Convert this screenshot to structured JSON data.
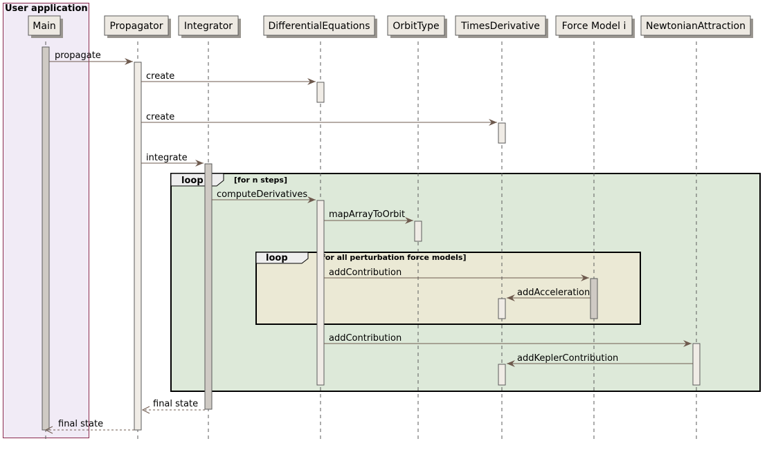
{
  "colors": {
    "box_fill": "#f1ebf6",
    "box_border": "#8b2a4e",
    "outer_loop_fill": "#dde9d9",
    "inner_loop_fill": "#ebe9d5",
    "arrow": "#6e5a4e",
    "participant_fill": "#ede9e2"
  },
  "box": {
    "title": "User application"
  },
  "participants": [
    "Main",
    "Propagator",
    "Integrator",
    "DifferentialEquations",
    "OrbitType",
    "TimesDerivative",
    "Force Model i",
    "NewtonianAttraction"
  ],
  "loops": [
    {
      "keyword": "loop",
      "guard": "[for n steps]"
    },
    {
      "keyword": "loop",
      "guard": "[for all perturbation force models]"
    }
  ],
  "messages": [
    {
      "from": "Main",
      "to": "Propagator",
      "label": "propagate",
      "kind": "sync"
    },
    {
      "from": "Propagator",
      "to": "DifferentialEquations",
      "label": "create",
      "kind": "sync"
    },
    {
      "from": "Propagator",
      "to": "TimesDerivative",
      "label": "create",
      "kind": "sync"
    },
    {
      "from": "Propagator",
      "to": "Integrator",
      "label": "integrate",
      "kind": "sync"
    },
    {
      "from": "Integrator",
      "to": "DifferentialEquations",
      "label": "computeDerivatives",
      "kind": "sync"
    },
    {
      "from": "DifferentialEquations",
      "to": "OrbitType",
      "label": "mapArrayToOrbit",
      "kind": "sync"
    },
    {
      "from": "DifferentialEquations",
      "to": "Force Model i",
      "label": "addContribution",
      "kind": "sync"
    },
    {
      "from": "Force Model i",
      "to": "TimesDerivative",
      "label": "addAcceleration",
      "kind": "sync"
    },
    {
      "from": "DifferentialEquations",
      "to": "NewtonianAttraction",
      "label": "addContribution",
      "kind": "sync"
    },
    {
      "from": "NewtonianAttraction",
      "to": "TimesDerivative",
      "label": "addKeplerContribution",
      "kind": "sync"
    },
    {
      "from": "Integrator",
      "to": "Propagator",
      "label": "final state",
      "kind": "return"
    },
    {
      "from": "Propagator",
      "to": "Main",
      "label": "final state",
      "kind": "return"
    }
  ]
}
